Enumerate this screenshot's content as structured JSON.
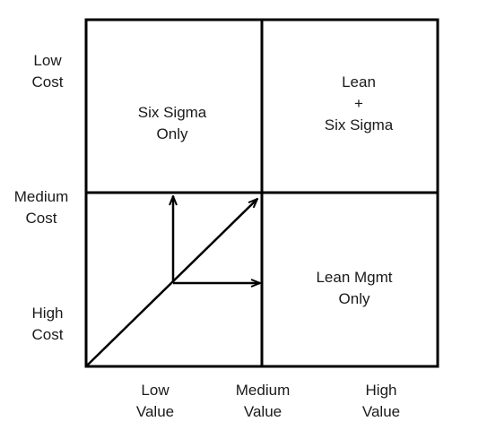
{
  "y_axis": {
    "low": [
      "Low",
      "Cost"
    ],
    "medium": [
      "Medium",
      "Cost"
    ],
    "high": [
      "High",
      "Cost"
    ]
  },
  "x_axis": {
    "low": [
      "Low",
      "Value"
    ],
    "medium": [
      "Medium",
      "Value"
    ],
    "high": [
      "High",
      "Value"
    ]
  },
  "quadrants": {
    "top_left": [
      "Six Sigma",
      "Only"
    ],
    "top_right": [
      "Lean",
      "+",
      "Six Sigma"
    ],
    "bottom_right": [
      "Lean Mgmt",
      "Only"
    ],
    "bottom_left": []
  },
  "colors": {
    "line": "#000000",
    "text": "#1a1a1a",
    "background": "#ffffff"
  }
}
